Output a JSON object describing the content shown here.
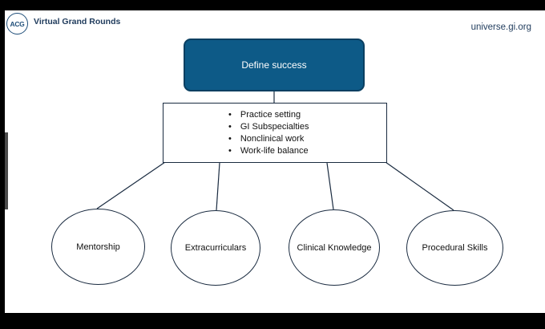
{
  "header": {
    "logo_text": "ACG",
    "title": "Virtual Grand Rounds",
    "site": "universe.gi.org"
  },
  "diagram": {
    "root": "Define success",
    "factors": [
      "Practice setting",
      "GI Subspecialties",
      "Nonclinical work",
      "Work-life balance"
    ],
    "leaves": [
      "Mentorship",
      "Extracurriculars",
      "Clinical Knowledge",
      "Procedural Skills"
    ]
  },
  "colors": {
    "primary_box": "#0d5a87",
    "text_dark": "#1f3b5c",
    "outline": "#1a2b40"
  }
}
